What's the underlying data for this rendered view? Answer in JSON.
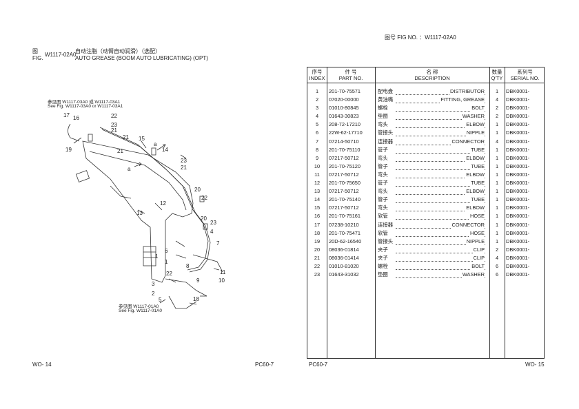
{
  "fig_number_line": "图号 FIG NO. ：W1117-02A0",
  "left_header": {
    "fig_label_cn": "图",
    "fig_label_en": "FIG.",
    "fig_code": "W1117-02A0",
    "title_cn": "自动注脂（动臂自动润滑）（选配）",
    "title_en": "AUTO GREASE (BOOM AUTO LUBRICATING) (OPT)"
  },
  "diagram": {
    "ref_top_cn": "参见图 W1117-03A0 或 W1117-03A1",
    "ref_top_en": "See Fig. W1117-03A0 or W1117-03A1",
    "ref_bottom_cn": "参见图 W1117-01A0",
    "ref_bottom_en": "See Fig. W1117-01A0",
    "callouts": [
      "17",
      "16",
      "22",
      "23",
      "21",
      "19",
      "15",
      "21",
      "a",
      "14",
      "23",
      "21",
      "a",
      "12",
      "20",
      "13",
      "22",
      "20",
      "23",
      "4",
      "6",
      "7",
      "1",
      "8",
      "22",
      "3",
      "11",
      "9",
      "2",
      "10",
      "5",
      "18",
      "21",
      "1"
    ]
  },
  "table": {
    "headers": {
      "index_cn": "序号",
      "index_en": "INDEX",
      "part_cn": "件    号",
      "part_en": "PART NO.",
      "desc_cn": "名          称",
      "desc_en": "DESCRIPTION",
      "qty_cn": "数量",
      "qty_en": "Q'TY",
      "serial_cn": "系列号",
      "serial_en": "SERIAL NO."
    },
    "rows": [
      {
        "index": "1",
        "part_no": "201-70-75571",
        "desc_cn": "配电盘",
        "desc_en": "DISTRIBUTOR",
        "qty": "1",
        "serial": "DBK0001-"
      },
      {
        "index": "2",
        "part_no": "07020-00000",
        "desc_cn": "黄油嘴",
        "desc_en": "FITTING, GREASE",
        "qty": "4",
        "serial": "DBK0001-"
      },
      {
        "index": "3",
        "part_no": "01010-80845",
        "desc_cn": "螺栓",
        "desc_en": "BOLT",
        "qty": "2",
        "serial": "DBK0001-"
      },
      {
        "index": "4",
        "part_no": "01643-30823",
        "desc_cn": "垫圈",
        "desc_en": "WASHER",
        "qty": "2",
        "serial": "DBK0001-"
      },
      {
        "index": "5",
        "part_no": "208-72-17210",
        "desc_cn": "弯头",
        "desc_en": "ELBOW",
        "qty": "1",
        "serial": "DBK0001-"
      },
      {
        "index": "6",
        "part_no": "22W-62-17710",
        "desc_cn": "管接头",
        "desc_en": "NIPPLE",
        "qty": "1",
        "serial": "DBK0001-"
      },
      {
        "index": "7",
        "part_no": "07214-50710",
        "desc_cn": "连接器",
        "desc_en": "CONNECTOR",
        "qty": "4",
        "serial": "DBK0001-"
      },
      {
        "index": "8",
        "part_no": "201-70-75110",
        "desc_cn": "管子",
        "desc_en": "TUBE",
        "qty": "1",
        "serial": "DBK0001-"
      },
      {
        "index": "9",
        "part_no": "07217-50712",
        "desc_cn": "弯头",
        "desc_en": "ELBOW",
        "qty": "1",
        "serial": "DBK0001-"
      },
      {
        "index": "10",
        "part_no": "201-70-75120",
        "desc_cn": "管子",
        "desc_en": "TUBE",
        "qty": "1",
        "serial": "DBK0001-"
      },
      {
        "index": "11",
        "part_no": "07217-50712",
        "desc_cn": "弯头",
        "desc_en": "ELBOW",
        "qty": "1",
        "serial": "DBK0001-"
      },
      {
        "index": "12",
        "part_no": "201-70-75650",
        "desc_cn": "管子",
        "desc_en": "TUBE",
        "qty": "1",
        "serial": "DBK0001-"
      },
      {
        "index": "13",
        "part_no": "07217-50712",
        "desc_cn": "弯头",
        "desc_en": "ELBOW",
        "qty": "1",
        "serial": "DBK0001-"
      },
      {
        "index": "14",
        "part_no": "201-70-75140",
        "desc_cn": "管子",
        "desc_en": "TUBE",
        "qty": "1",
        "serial": "DBK0001-"
      },
      {
        "index": "15",
        "part_no": "07217-50712",
        "desc_cn": "弯头",
        "desc_en": "ELBOW",
        "qty": "1",
        "serial": "DBK0001-"
      },
      {
        "index": "16",
        "part_no": "201-70-75161",
        "desc_cn": "软管",
        "desc_en": "HOSE",
        "qty": "1",
        "serial": "DBK0001-"
      },
      {
        "index": "17",
        "part_no": "07238-10210",
        "desc_cn": "连接器",
        "desc_en": "CONNECTOR",
        "qty": "1",
        "serial": "DBK0001-"
      },
      {
        "index": "18",
        "part_no": "201-70-75471",
        "desc_cn": "软管",
        "desc_en": "HOSE",
        "qty": "1",
        "serial": "DBK0001-"
      },
      {
        "index": "19",
        "part_no": "20D-62-16540",
        "desc_cn": "管接头",
        "desc_en": "NIPPLE",
        "qty": "1",
        "serial": "DBK0001-"
      },
      {
        "index": "20",
        "part_no": "08036-01814",
        "desc_cn": "夹子",
        "desc_en": "CLIP",
        "qty": "2",
        "serial": "DBK0001-"
      },
      {
        "index": "21",
        "part_no": "08036-01414",
        "desc_cn": "夹子",
        "desc_en": "CLIP",
        "qty": "4",
        "serial": "DBK0001-"
      },
      {
        "index": "22",
        "part_no": "01010-81020",
        "desc_cn": "螺栓",
        "desc_en": "BOLT",
        "qty": "6",
        "serial": "DBK0001-"
      },
      {
        "index": "23",
        "part_no": "01643-31032",
        "desc_cn": "垫圈",
        "desc_en": "WASHER",
        "qty": "6",
        "serial": "DBK0001-"
      }
    ]
  },
  "footer": {
    "left_page": "WO- 14",
    "left_model": "PC60-7",
    "right_model": "PC60-7",
    "right_page": "WO- 15"
  }
}
